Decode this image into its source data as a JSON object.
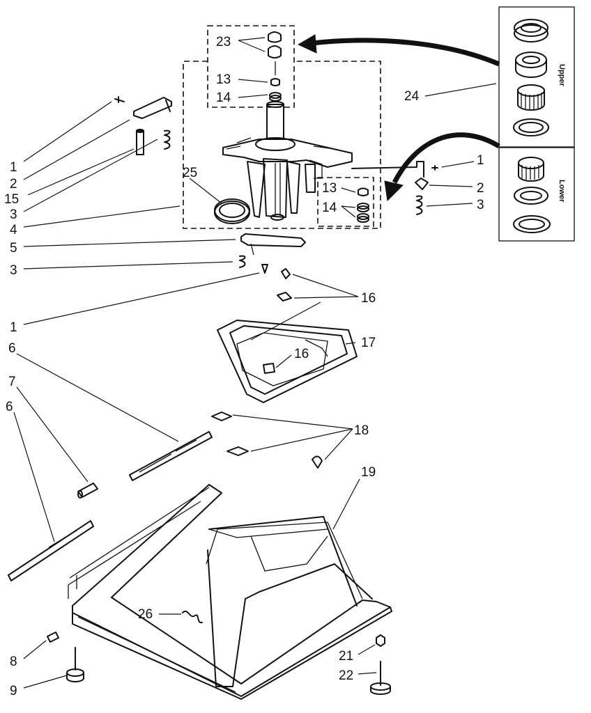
{
  "labels": {
    "n1a": "1",
    "n2a": "2",
    "n15": "15",
    "n3a": "3",
    "n4": "4",
    "n5": "5",
    "n3b": "3",
    "n1b": "1",
    "n6a": "6",
    "n7": "7",
    "n6b": "6",
    "n8": "8",
    "n9": "9",
    "n23": "23",
    "n13a": "13",
    "n14a": "14",
    "n25": "25",
    "n13b": "13",
    "n14b": "14",
    "n24": "24",
    "n1c": "1",
    "n2b": "2",
    "n3c": "3",
    "n16a": "16",
    "n16b": "16",
    "n17": "17",
    "n18": "18",
    "n19": "19",
    "n26": "26",
    "n21": "21",
    "n22": "22"
  },
  "box_labels": {
    "upper": "Upper",
    "lower": "Lower"
  }
}
